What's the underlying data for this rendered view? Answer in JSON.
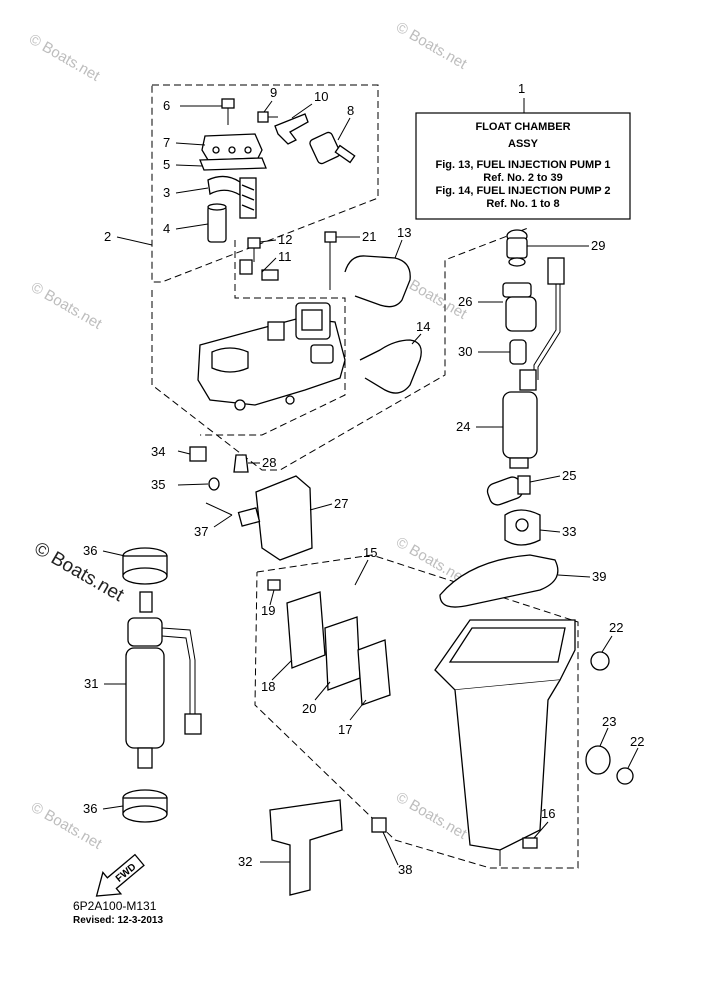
{
  "watermark": {
    "text": "© Boats.net",
    "prominent_text": "© Boats.net"
  },
  "float_chamber_box": {
    "ref_number": "1",
    "title": "FLOAT CHAMBER",
    "subtitle": "ASSY",
    "line1": "Fig. 13, FUEL INJECTION PUMP 1",
    "line2": "Ref. No. 2 to 39",
    "line3": "Fig. 14, FUEL INJECTION PUMP 2",
    "line4": "Ref. No. 1 to 8"
  },
  "part_labels": {
    "p2": "2",
    "p3": "3",
    "p4": "4",
    "p5": "5",
    "p6": "6",
    "p7": "7",
    "p8": "8",
    "p9": "9",
    "p10": "10",
    "p11": "11",
    "p12": "12",
    "p13": "13",
    "p14": "14",
    "p15": "15",
    "p16": "16",
    "p17": "17",
    "p18": "18",
    "p19": "19",
    "p20": "20",
    "p21": "21",
    "p22a": "22",
    "p22b": "22",
    "p23": "23",
    "p24": "24",
    "p25": "25",
    "p26": "26",
    "p27": "27",
    "p28": "28",
    "p29": "29",
    "p30": "30",
    "p31": "31",
    "p32": "32",
    "p33": "33",
    "p34": "34",
    "p35": "35",
    "p36a": "36",
    "p36b": "36",
    "p37": "37",
    "p38": "38",
    "p39": "39"
  },
  "fwd_arrow_label": "FWD",
  "drawing_code": "6P2A100-M131",
  "revised": "Revised: 12-3-2013",
  "icons": {
    "fwd": "forward-arrow-icon"
  }
}
